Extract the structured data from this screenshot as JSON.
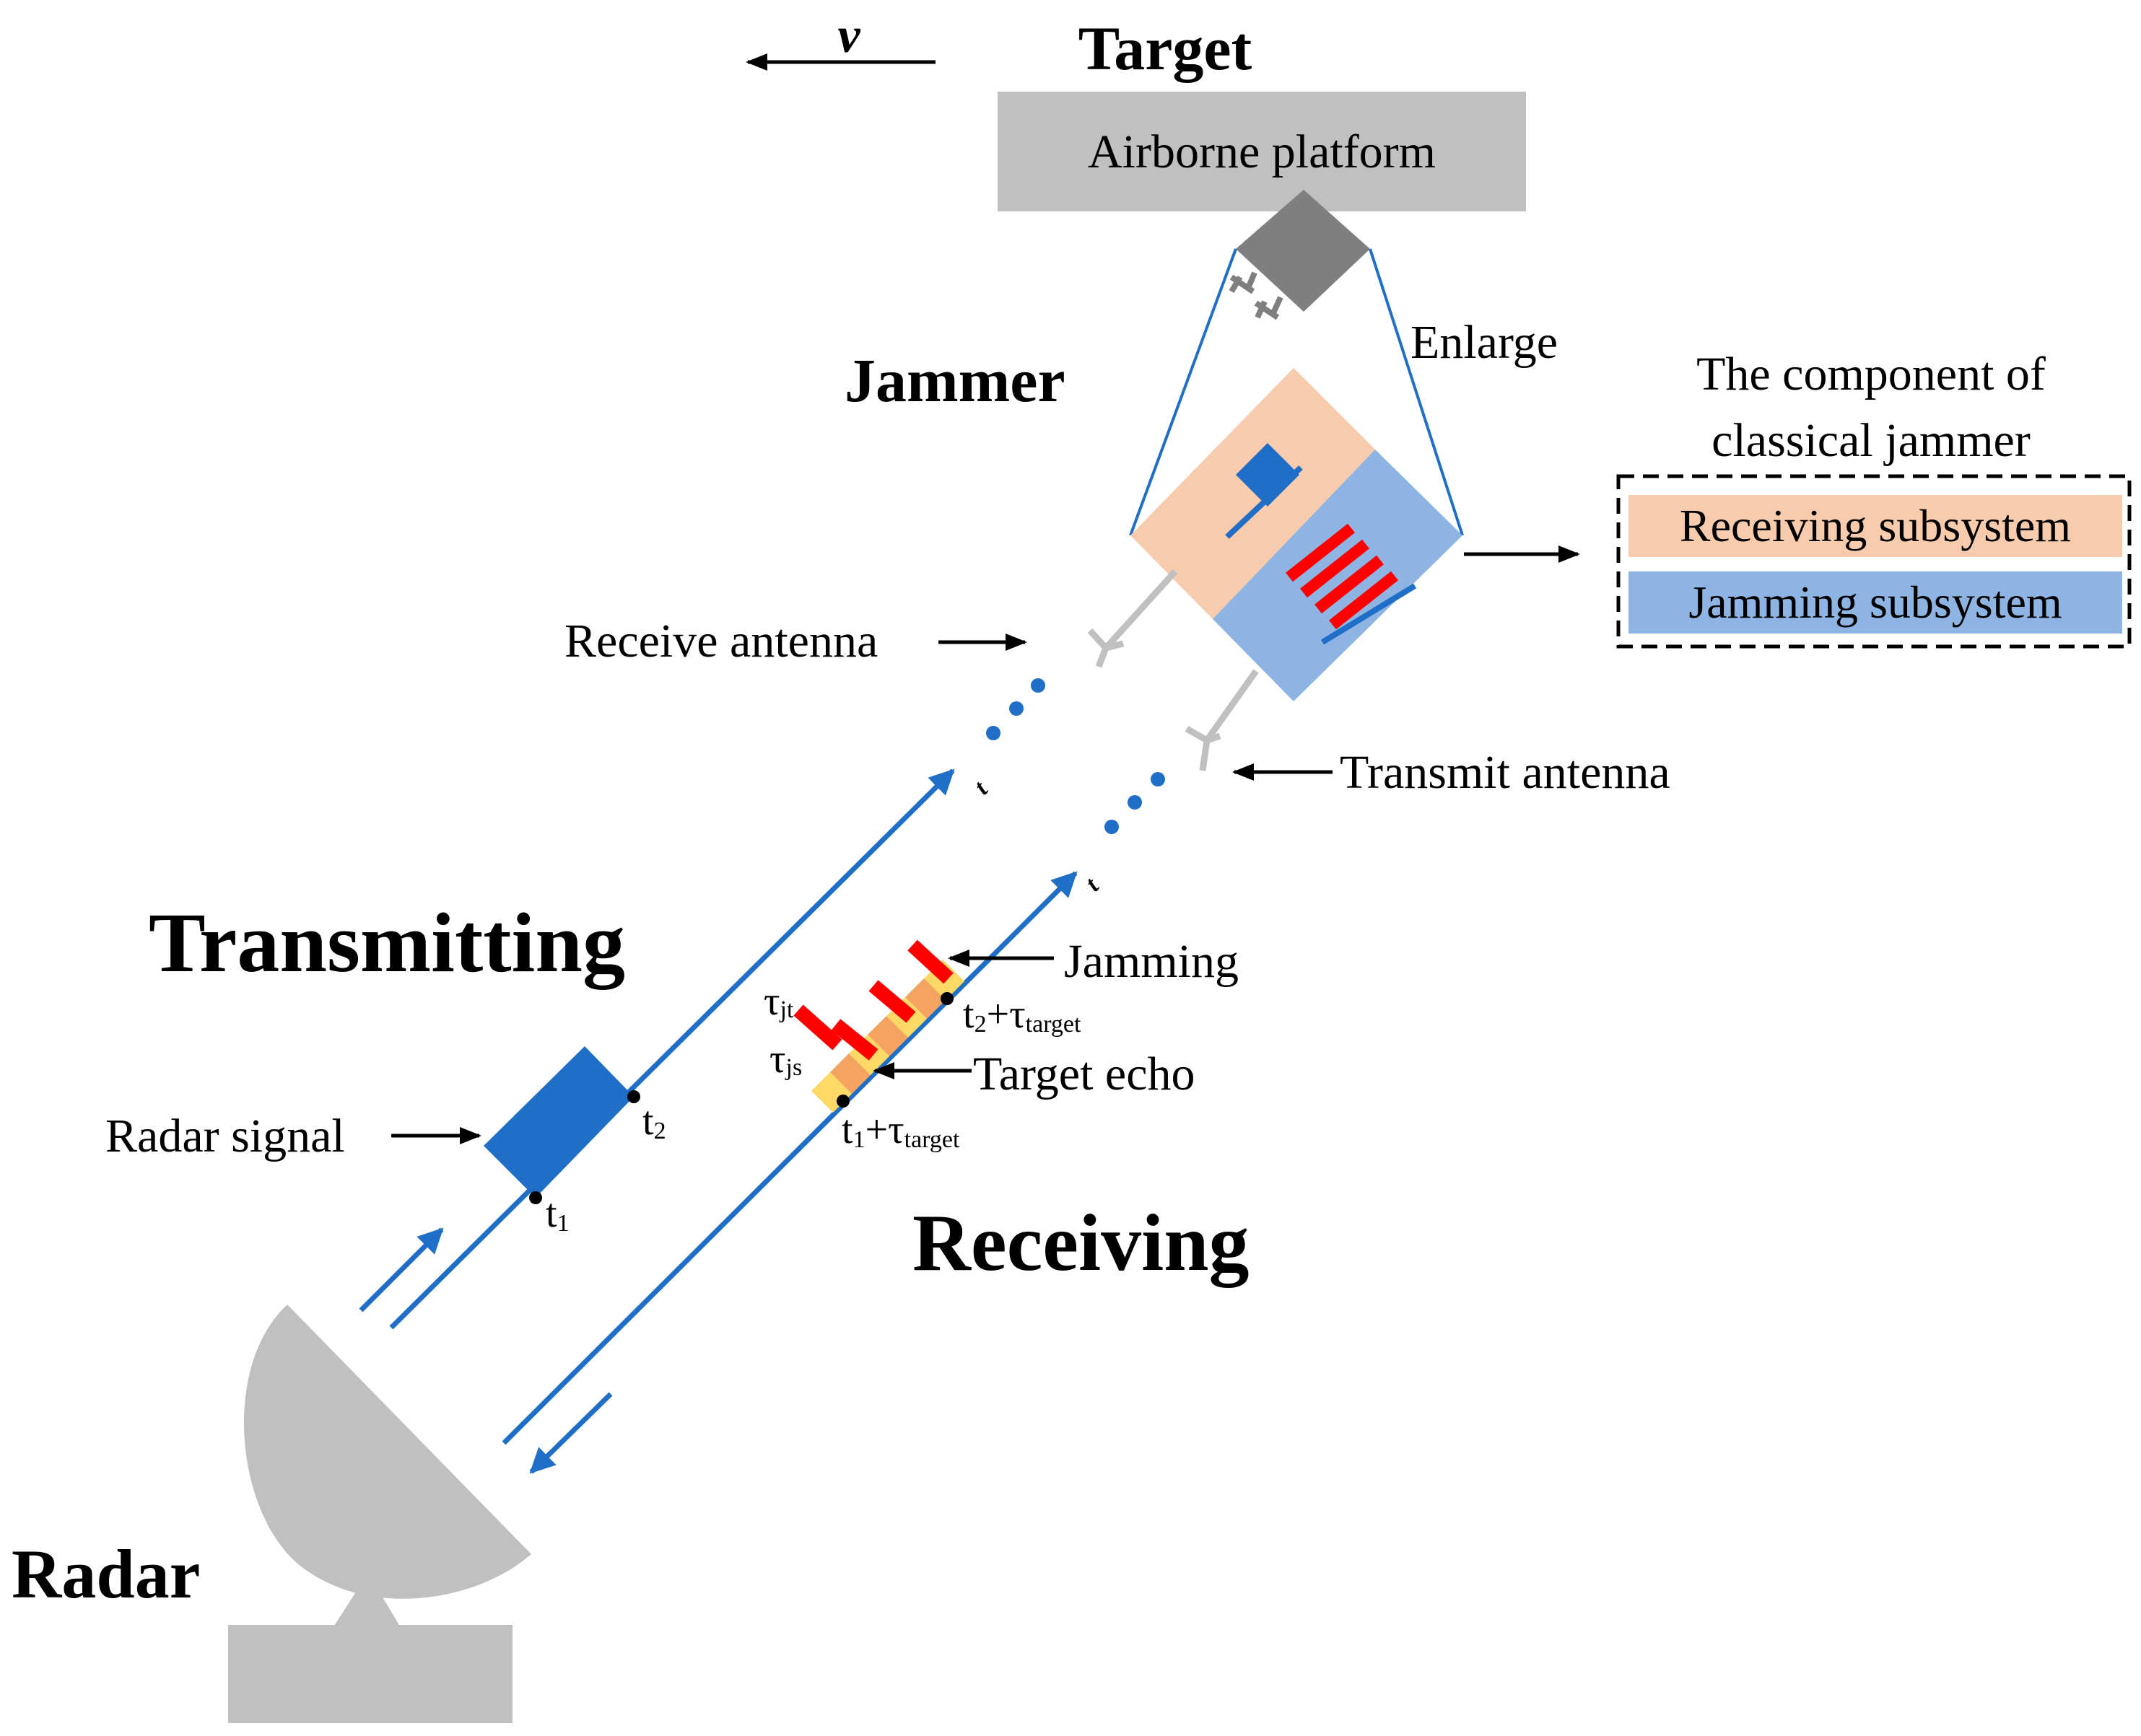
{
  "labels": {
    "velocity": "v",
    "target": "Target",
    "airborne_platform": "Airborne platform",
    "enlarge": "Enlarge",
    "jammer": "Jammer",
    "component_title_line1": "The component of",
    "component_title_line2": "classical jammer",
    "receiving_subsystem": "Receiving subsystem",
    "jamming_subsystem": "Jamming subsystem",
    "receive_antenna": "Receive antenna",
    "transmit_antenna": "Transmit antenna",
    "transmitting": "Transmitting",
    "receiving": "Receiving",
    "radar": "Radar",
    "radar_signal": "Radar signal",
    "jamming": "Jamming",
    "target_echo": "Target echo",
    "t1": "t",
    "t1_sub": "1",
    "t2": "t",
    "t2_sub": "2",
    "t1_tau": "t",
    "t1_tau_sub": "1",
    "t1_tau_plus": "+τ",
    "t1_tau_target": "target",
    "t2_tau": "t",
    "t2_tau_sub": "2",
    "t2_tau_plus": "+τ",
    "t2_tau_target": "target",
    "tau_jt": "τ",
    "tau_jt_sub": "jt",
    "tau_js": "τ",
    "tau_js_sub": "js"
  },
  "colors": {
    "beam_blue": "#1f6ec8",
    "signal_blue": "#1f6ec8",
    "gray_body": "#c0c0c0",
    "gray_dark": "#7f7f7f",
    "receiving_fill": "#f8cbad",
    "jamming_fill": "#8eb4e3",
    "jamming_red": "#ff0000",
    "echo_yellow": "#ffd966",
    "echo_orange": "#f4a460"
  }
}
